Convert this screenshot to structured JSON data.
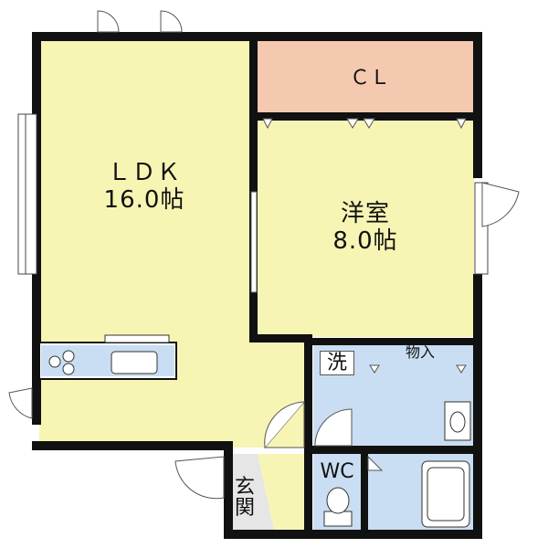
{
  "rooms": {
    "ldk": {
      "name": "ＬＤＫ",
      "size": "16.0帖"
    },
    "closet": {
      "name": "ＣＬ"
    },
    "western_room": {
      "name": "洋室",
      "size": "8.0帖"
    },
    "storage": {
      "name": "物入"
    },
    "washroom": {
      "name": "洗"
    },
    "toilet": {
      "name": "WC"
    },
    "entrance": {
      "name": "玄関"
    }
  },
  "colors": {
    "wall": "#111111",
    "ldk_floor": "#f7f5b4",
    "closet_floor": "#f5c9b0",
    "wet_floor": "#c9def2",
    "entrance_floor": "#e6e6e6",
    "kitchen_counter": "#c9def2"
  }
}
